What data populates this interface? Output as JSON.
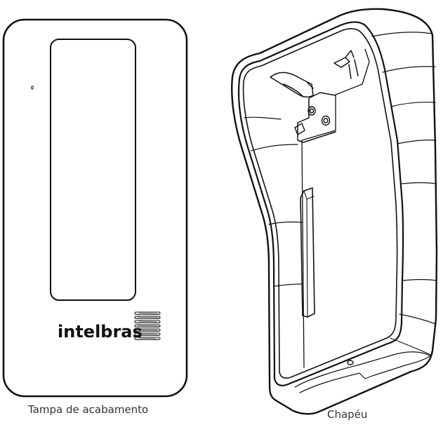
{
  "captions": {
    "left": "Tampa de acabamento",
    "right": "Chapéu"
  },
  "brand": {
    "logo_text": "intelbras"
  },
  "colors": {
    "line": "#111111",
    "background": "#ffffff"
  }
}
